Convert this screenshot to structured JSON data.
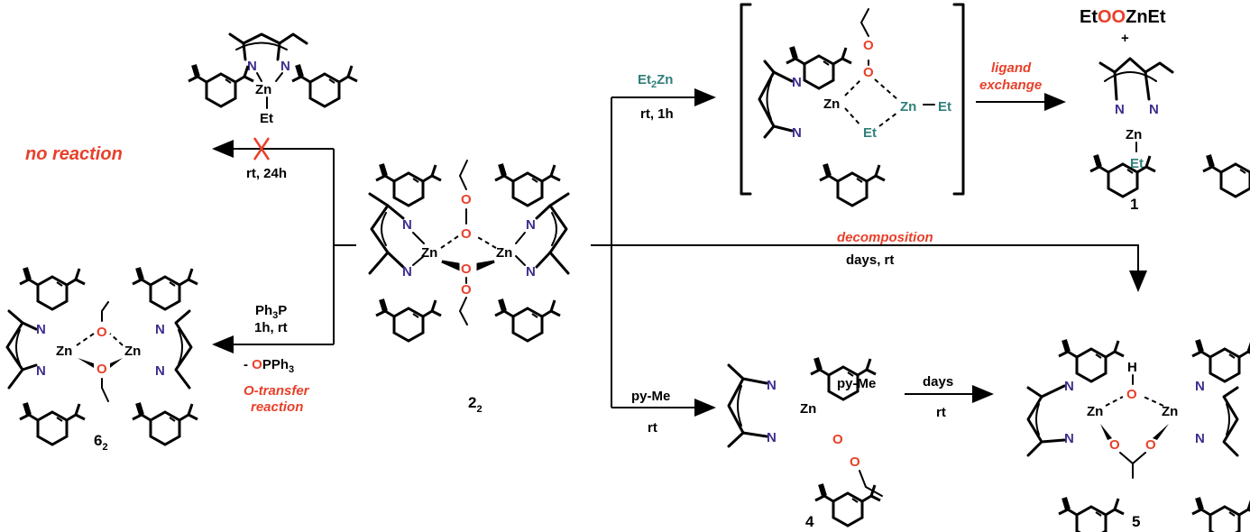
{
  "colors": {
    "nitrogen": "#3b2f8f",
    "oxygen": "#e8402a",
    "ethyl_teal": "#2f7f7a",
    "highlight_red": "#e8402a"
  },
  "labels": {
    "no_reaction": "no reaction",
    "cond_left_top": "rt, 24h",
    "cond_ph3p": "Ph3P",
    "cond_1h_rt": "1h, rt",
    "cond_minus": "- ",
    "cond_opph3_o": "O",
    "cond_opph3_rest": "PPh3",
    "o_transfer": "O-transfer",
    "reaction": "reaction",
    "et2zn": "Et2Zn",
    "cond_rt_1h": "rt, 1h",
    "ligand": "ligand",
    "exchange": "exchange",
    "product_et": "Et",
    "product_oo": "OO",
    "product_znet": "ZnEt",
    "plus": "+",
    "decomposition": "decomposition",
    "days_rt": "days, rt",
    "py_me": "py-Me",
    "rt": "rt",
    "days": "days",
    "rt2": "rt"
  },
  "compounds": {
    "c2": "2",
    "c2_sub": "2",
    "c6": "6",
    "c6_sub": "2",
    "c1": "1",
    "c4": "4",
    "c5": "5"
  },
  "atoms": {
    "N": "N",
    "Zn": "Zn",
    "O": "O",
    "Et": "Et",
    "H": "H",
    "pyme": "py-Me"
  }
}
